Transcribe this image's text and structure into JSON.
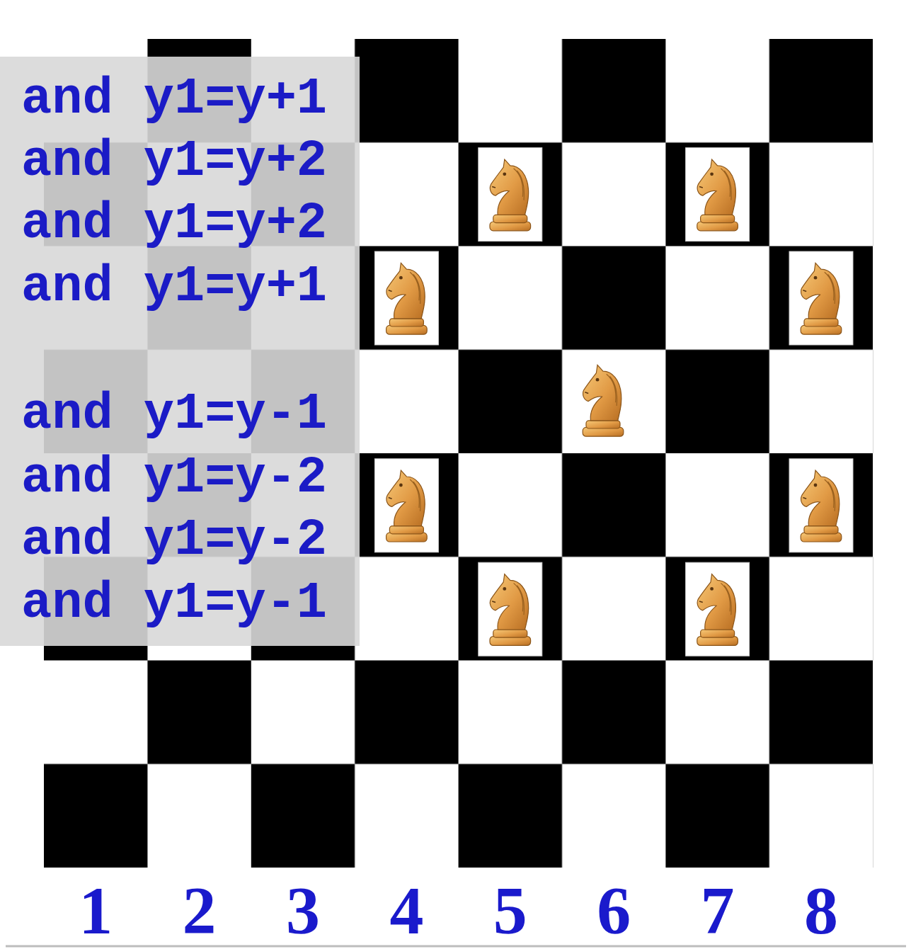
{
  "diagram": {
    "labels": [
      "and y1=y+1",
      "and y1=y+2",
      "and y1=y+2",
      "and y1=y+1",
      "and y1=y-1",
      "and y1=y-2",
      "and y1=y-2",
      "and y1=y-1",
      "1",
      "2",
      "3",
      "4",
      "5",
      "6",
      "7",
      "8"
    ]
  }
}
